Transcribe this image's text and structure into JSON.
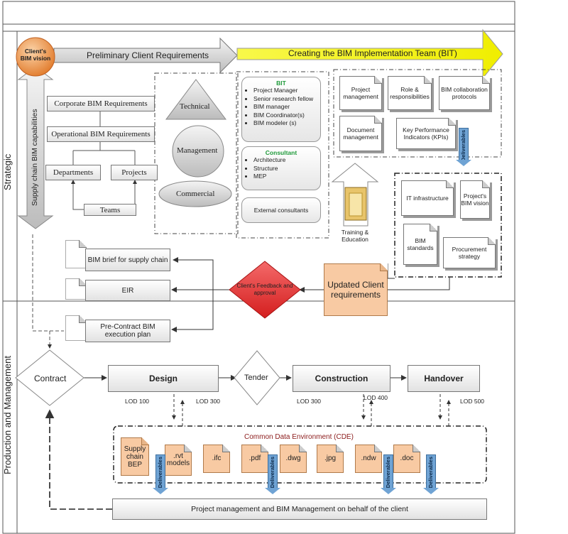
{
  "lanes": {
    "strategic": "Strategic",
    "production": "Production and Management"
  },
  "top": {
    "client_vision": "Client's BIM vision",
    "preliminary": "Preliminary Client Requirements",
    "bit_banner": "Creating the BIM Implementation Team (BIT)",
    "supply_chain": "Supply chain BIM capabilities"
  },
  "requirements": {
    "corporate": "Corporate BIM Requirements",
    "operational": "Operational BIM Requirements",
    "departments": "Departments",
    "projects": "Projects",
    "teams": "Teams"
  },
  "shapes": {
    "technical": "Technical",
    "management": "Management",
    "commercial": "Commercial"
  },
  "bit": {
    "title": "BIT",
    "items": [
      "Project Manager",
      "Senior research fellow",
      "BIM manager",
      "BIM Coordinator(s)",
      "BIM modeler (s)"
    ]
  },
  "consultant": {
    "title": "Consultant",
    "items": [
      "Architecture",
      "Structure",
      "MEP"
    ]
  },
  "external": "External consultants",
  "bit_docs": {
    "project_management": "Project management",
    "roles": "Role & responsibilities",
    "protocols": "BIM collaboration protocols",
    "document_management": "Document management",
    "kpi": "Key Performance Indicators (KPIs)"
  },
  "deliverables_label": "Deliverables",
  "deliverables_docs": {
    "it": "IT infrastructure",
    "vision": "Project's BIM vision",
    "standards": "BIM standards",
    "procurement": "Procurement strategy"
  },
  "training": "Training & Education",
  "outputs": {
    "brief": "BIM brief for supply chain",
    "eir": "EIR",
    "pre_contract": "Pre-Contract BIM execution plan"
  },
  "feedback": "Client's Feedback and approval",
  "updated": "Updated Client requirements",
  "process": {
    "contract": "Contract",
    "design": "Design",
    "tender": "Tender",
    "construction": "Construction",
    "handover": "Handover"
  },
  "lod": {
    "lod100": "LOD 100",
    "lod300a": "LOD 300",
    "lod300b": "LOD 300",
    "lod400": "LOD 400",
    "lod500": "LOD 500"
  },
  "cde": {
    "title": "Common Data Environment (CDE)",
    "docs": [
      "Supply chain BEP",
      ".rvt models",
      ".ifc",
      ".pdf",
      ".dwg",
      ".jpg",
      ".ndw",
      ".doc"
    ]
  },
  "bottom_bar": "Project management and BIM Management on behalf of the client",
  "colors": {
    "orange_doc": "#f8caa3",
    "yellow_arrow": "#f5f500",
    "diamond_red": "#e8242b",
    "deliverables_blue": "#6fa3d4",
    "cde_title": "#8b1a1a",
    "bit_green": "#1f9a3a"
  }
}
